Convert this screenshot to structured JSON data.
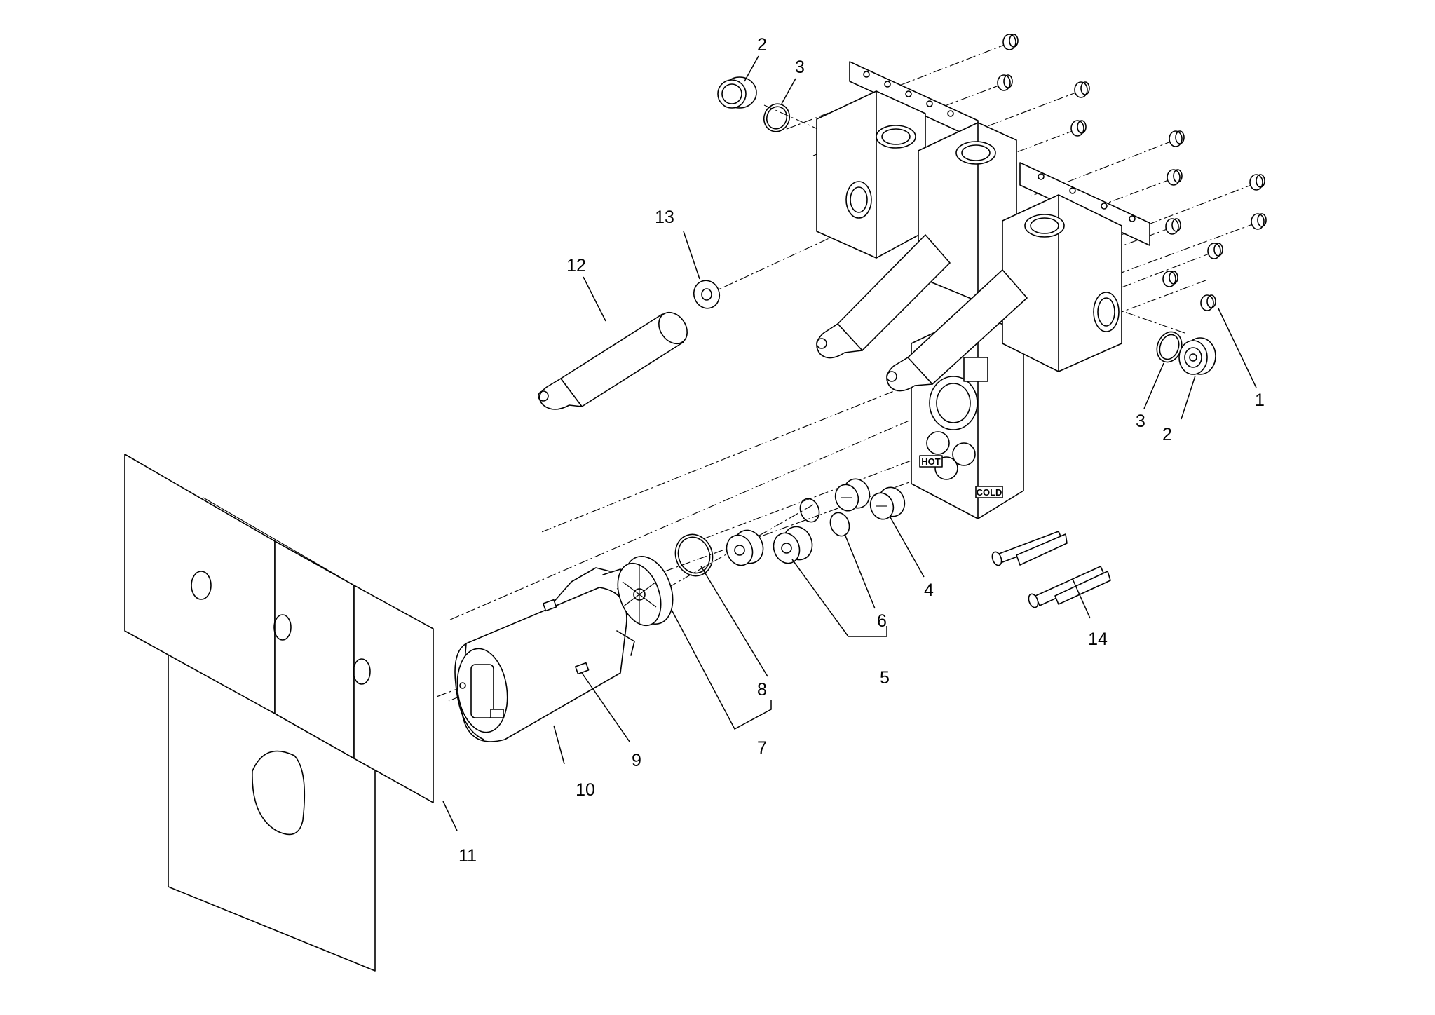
{
  "diagram": {
    "type": "exploded-parts-view",
    "valve_markings": {
      "hot": "HOT",
      "cold": "COLD"
    },
    "callouts": {
      "c1": "1",
      "c2a": "2",
      "c2b": "2",
      "c3a": "3",
      "c3b": "3",
      "c4": "4",
      "c5": "5",
      "c6": "6",
      "c7": "7",
      "c8": "8",
      "c9": "9",
      "c10": "10",
      "c11": "11",
      "c12": "12",
      "c13": "13",
      "c14": "14"
    }
  }
}
